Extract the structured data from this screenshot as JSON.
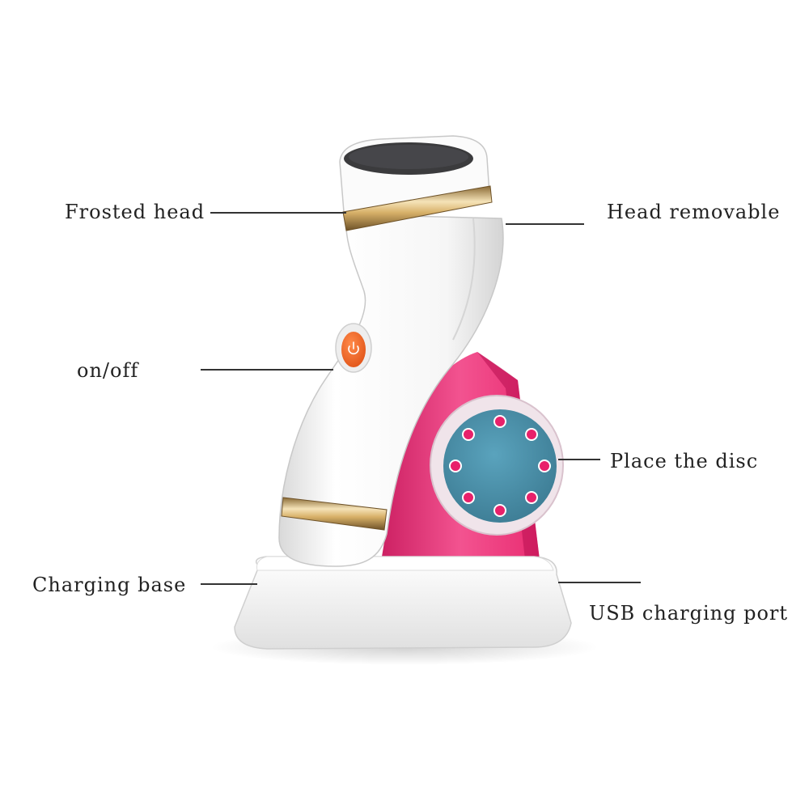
{
  "labels": {
    "frosted_head": "Frosted head",
    "head_removable": "Head removable",
    "on_off": "on/off",
    "place_disc": "Place the disc",
    "charging_base": "Charging base",
    "usb_port": "USB charging port"
  },
  "colors": {
    "body": "#f7f7f7",
    "base": "#f4f4f4",
    "stand": "#e8216a",
    "disc": "#4b8fa8",
    "button": "#f26522",
    "gold_band": "#d7b068",
    "pad": "#3b3b3d",
    "line": "#333333"
  }
}
